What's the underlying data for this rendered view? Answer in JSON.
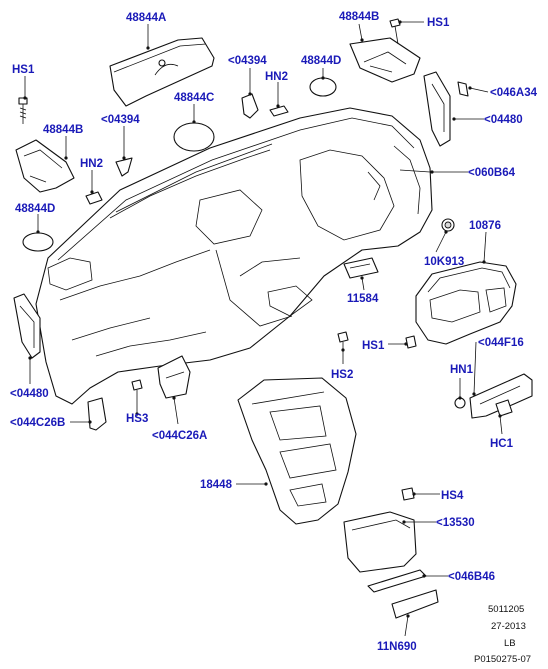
{
  "diagram": {
    "colors": {
      "label": "#1a1ab8",
      "line": "#111111",
      "background": "#ffffff"
    },
    "labels": [
      {
        "id": "48844A",
        "text": "48844A"
      },
      {
        "id": "48844B-top",
        "text": "48844B"
      },
      {
        "id": "HS1-top",
        "text": "HS1"
      },
      {
        "id": "HS1-left",
        "text": "HS1"
      },
      {
        "id": "04394-top",
        "text": "<04394"
      },
      {
        "id": "48844D-top",
        "text": "48844D"
      },
      {
        "id": "HN2-top",
        "text": "HN2"
      },
      {
        "id": "046A34",
        "text": "<046A34"
      },
      {
        "id": "48844C",
        "text": "48844C"
      },
      {
        "id": "48844B-left",
        "text": "48844B"
      },
      {
        "id": "04394-left",
        "text": "<04394"
      },
      {
        "id": "04480-right",
        "text": "<04480"
      },
      {
        "id": "HN2-left",
        "text": "HN2"
      },
      {
        "id": "060B64",
        "text": "<060B64"
      },
      {
        "id": "48844D-left",
        "text": "48844D"
      },
      {
        "id": "10876",
        "text": "10876"
      },
      {
        "id": "10K913",
        "text": "10K913"
      },
      {
        "id": "11584",
        "text": "11584"
      },
      {
        "id": "HS1-mid",
        "text": "HS1"
      },
      {
        "id": "044F16",
        "text": "<044F16"
      },
      {
        "id": "04480-left",
        "text": "<04480"
      },
      {
        "id": "HS2",
        "text": "HS2"
      },
      {
        "id": "HN1",
        "text": "HN1"
      },
      {
        "id": "044C26B",
        "text": "<044C26B"
      },
      {
        "id": "HS3",
        "text": "HS3"
      },
      {
        "id": "044C26A",
        "text": "<044C26A"
      },
      {
        "id": "HC1",
        "text": "HC1"
      },
      {
        "id": "18448",
        "text": "18448"
      },
      {
        "id": "HS4",
        "text": "HS4"
      },
      {
        "id": "13530",
        "text": "<13530"
      },
      {
        "id": "046B46",
        "text": "<046B46"
      },
      {
        "id": "11N690",
        "text": "11N690"
      }
    ],
    "meta": {
      "line1": "5011205",
      "line2": "27-2013",
      "line3": "LB",
      "line4": "P0150275-07"
    }
  }
}
